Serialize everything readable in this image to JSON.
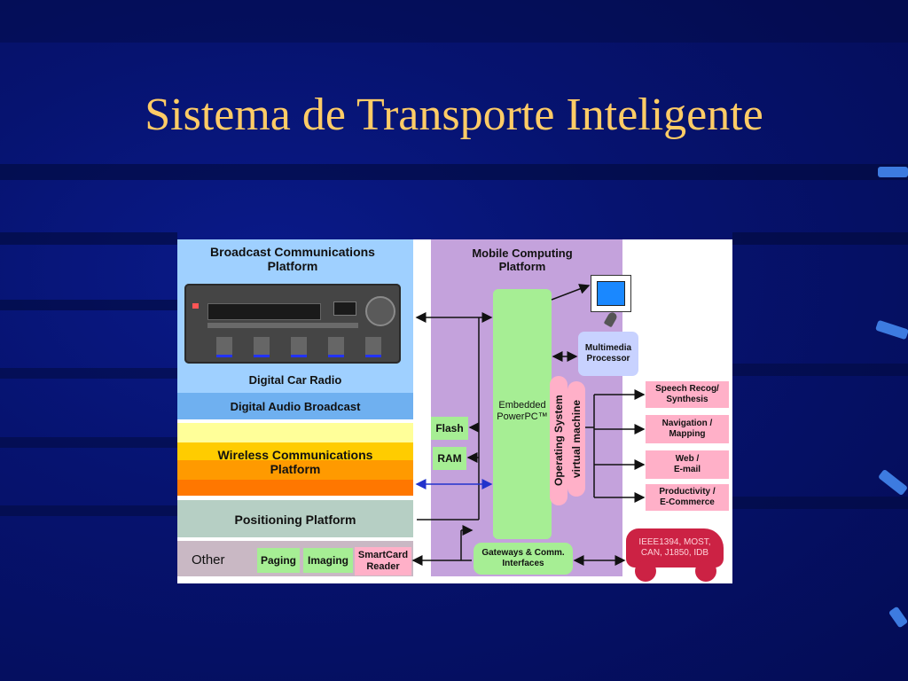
{
  "slide": {
    "title": "Sistema de Transporte Inteligente"
  },
  "diagram": {
    "broadcast_platform": "Broadcast Communications\nPlatform",
    "car_radio": "Digital Car Radio",
    "audio_broadcast": "Digital Audio Broadcast",
    "wireless_platform": "Wireless Communications\nPlatform",
    "positioning_platform": "Positioning Platform",
    "other": "Other",
    "paging": "Paging",
    "imaging": "Imaging",
    "smartcard": "SmartCard\nReader",
    "mobile_platform": "Mobile Computing\nPlatform",
    "embedded": "Embedded\nPowerPC™",
    "flash": "Flash",
    "ram": "RAM",
    "operating_system": "Operating System",
    "virtual_machine": "virtual machine",
    "multimedia": "Multimedia\nProcessor",
    "gateways": "Gateways & Comm.\nInterfaces",
    "bus": "IEEE1394, MOST,\nCAN, J1850, IDB",
    "apps": [
      "Speech Recog/\nSynthesis",
      "Navigation /\nMapping",
      "Web /\nE-mail",
      "Productivity /\nE-Commerce"
    ],
    "colors": {
      "broadcast_blue": "#9fd0ff",
      "audio_blue": "#6fb0f0",
      "wireless_yellow": "#ffff99",
      "wireless_orange": "#ff9a00",
      "positioning_gray": "#b6cfc4",
      "other_mauve": "#c9b8c4",
      "mobile_purple": "#c4a2dc",
      "green": "#a6ee94",
      "pink": "#ffb0c8"
    }
  }
}
